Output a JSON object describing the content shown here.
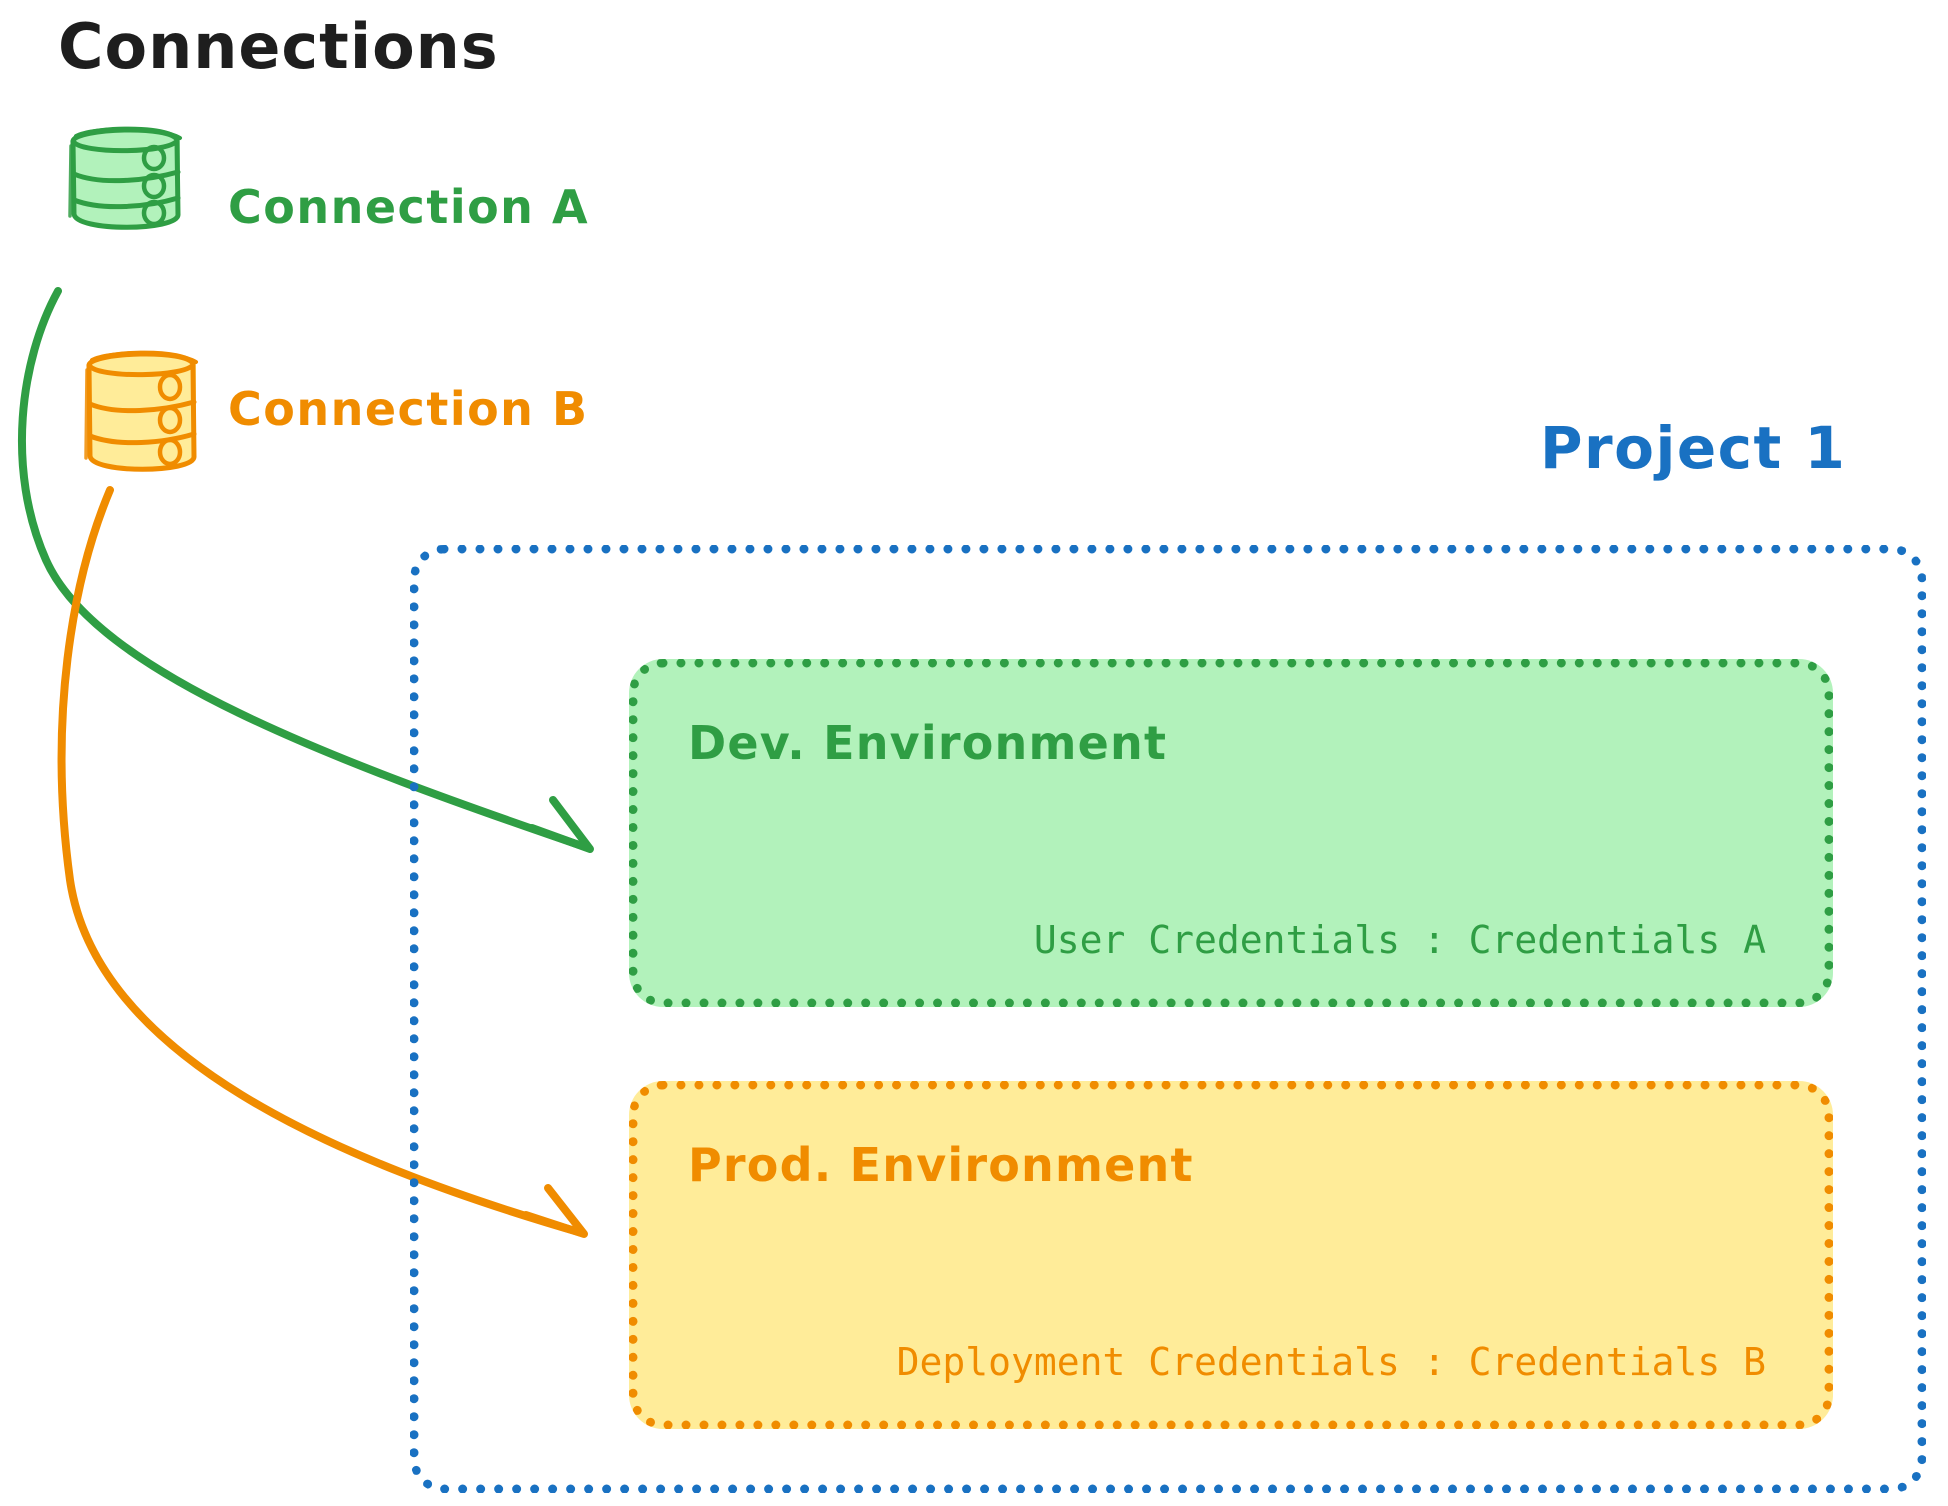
{
  "page": {
    "title": "Connections",
    "background": "#ffffff"
  },
  "colors": {
    "green_stroke": "#2f9e44",
    "green_fill": "#b2f2bb",
    "orange_stroke": "#f08c00",
    "orange_fill": "#ffec99",
    "blue_stroke": "#1971c2",
    "text_dark": "#1e1e1e"
  },
  "connections": {
    "heading": "Connections",
    "items": [
      {
        "id": "connection-a",
        "label": "Connection A",
        "icon": "database-cylinder-icon",
        "color": "#2f9e44",
        "fill": "#b2f2bb",
        "targets": "dev-environment"
      },
      {
        "id": "connection-b",
        "label": "Connection B",
        "icon": "database-cylinder-icon",
        "color": "#f08c00",
        "fill": "#ffec99",
        "targets": "prod-environment"
      }
    ]
  },
  "project": {
    "title": "Project 1",
    "color": "#1971c2",
    "border_style": "dotted",
    "environments": [
      {
        "id": "dev-environment",
        "title": "Dev. Environment",
        "credential_label": "User Credentials",
        "credential_separator": ":",
        "credential_value": "Credentials A",
        "credential_line": "User Credentials : Credentials A",
        "color": "#2f9e44",
        "fill": "#b2f2bb"
      },
      {
        "id": "prod-environment",
        "title": "Prod. Environment",
        "credential_label": "Deployment Credentials",
        "credential_separator": ":",
        "credential_value": "Credentials B",
        "credential_line": "Deployment Credentials : Credentials B",
        "color": "#f08c00",
        "fill": "#ffec99"
      }
    ]
  },
  "arrows": [
    {
      "id": "arrow-connection-a-to-dev",
      "from": "connection-a",
      "to": "dev-environment",
      "color": "#2f9e44"
    },
    {
      "id": "arrow-connection-b-to-prod",
      "from": "connection-b",
      "to": "prod-environment",
      "color": "#f08c00"
    }
  ]
}
